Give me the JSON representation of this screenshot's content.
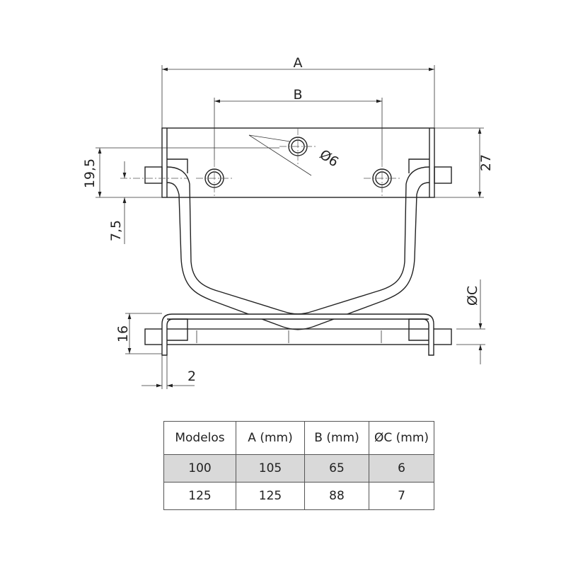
{
  "dimensions": {
    "A": "A",
    "B": "B",
    "hole": "Ø6",
    "d19": "19,5",
    "d7": "7,5",
    "d27": "27",
    "C": "ØC",
    "d16": "16",
    "d2": "2"
  },
  "table": {
    "headers": [
      "Modelos",
      "A (mm)",
      "B (mm)",
      "ØC (mm)"
    ],
    "rows": [
      [
        "100",
        "105",
        "65",
        "6"
      ],
      [
        "125",
        "125",
        "88",
        "7"
      ]
    ]
  },
  "colors": {
    "highlight_row": "#d9d9d9"
  }
}
